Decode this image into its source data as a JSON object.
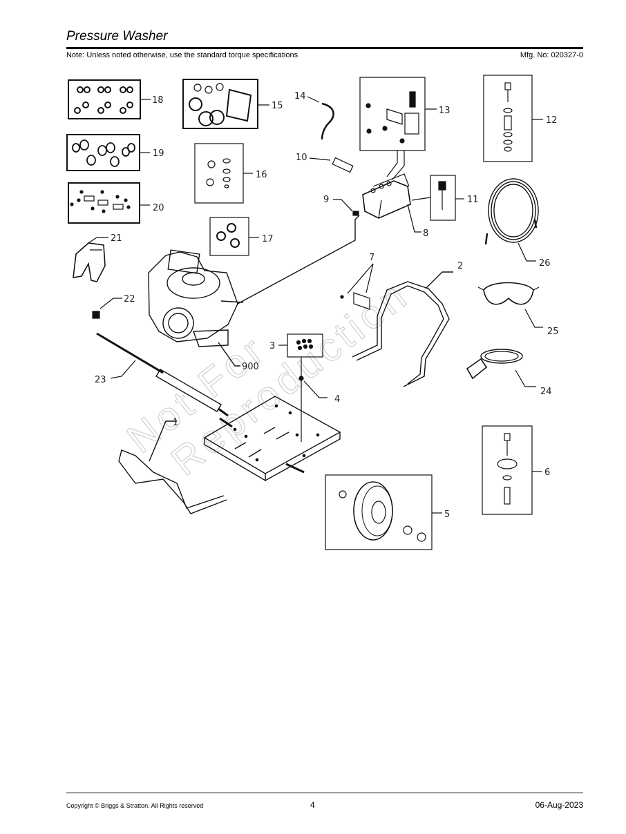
{
  "header": {
    "title": "Pressure Washer",
    "note": "Note: Unless noted otherwise, use the standard torque specifications",
    "mfg_no": "Mfg. No: 020327-0"
  },
  "watermark": [
    "Not For",
    "Reproduction"
  ],
  "callouts": {
    "c1": "1",
    "c2": "2",
    "c3": "3",
    "c4": "4",
    "c5": "5",
    "c6": "6",
    "c7": "7",
    "c8": "8",
    "c9": "9",
    "c10": "10",
    "c11": "11",
    "c12": "12",
    "c13": "13",
    "c14": "14",
    "c15": "15",
    "c16": "16",
    "c17": "17",
    "c18": "18",
    "c19": "19",
    "c20": "20",
    "c21": "21",
    "c22": "22",
    "c23": "23",
    "c24": "24",
    "c25": "25",
    "c26": "26",
    "c900": "900"
  },
  "footer": {
    "copyright": "Copyright ©  Briggs & Stratton. All Rights reserved",
    "page": "4",
    "date": "06-Aug-2023"
  }
}
